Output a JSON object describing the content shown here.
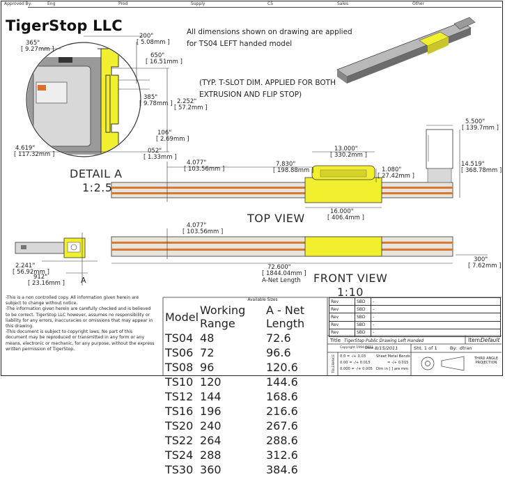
{
  "approval": {
    "approved_by": "Approved By:",
    "fields": [
      "Eng",
      "Prod",
      "Supply",
      "CS",
      "Sales",
      "Other"
    ]
  },
  "brand": "TigerStop LLC",
  "notes": {
    "dimensions_line1": "All dimensions shown on drawing are applied",
    "dimensions_line2": "for TS04 LEFT handed model",
    "tslot_line1": "(TYP. T-SLOT DIM. APPLIED FOR BOTH",
    "tslot_line2": "EXTRUSION AND FLIP STOP)"
  },
  "detail": {
    "title": "DETAIL A",
    "scale": "1:2.5",
    "dims": {
      "d365": "365\"",
      "d365mm": "[ 9.27mm ]",
      "d200": "200\"",
      "d200mm": "[ 5.08mm ]",
      "d650": "650\"",
      "d650mm": "[ 16.51mm ]",
      "d385": "385\"",
      "d385mm": "[ 9.78mm ]",
      "d2252": "2.252\"",
      "d2252mm": "[ 57.2mm ]",
      "d106": "106\"",
      "d106mm": "[ 2.69mm ]",
      "d4619": "4.619\"",
      "d4619mm": "[ 117.32mm ]",
      "d052": "052\"",
      "d052mm": "[ 1.33mm ]"
    }
  },
  "top_view": {
    "title": "TOP VIEW",
    "dims": {
      "d4077": "4.077\"",
      "d4077mm": "[ 103.56mm ]",
      "d7830": "7.830\"",
      "d7830mm": "[ 198.88mm ]",
      "d13000": "13.000\"",
      "d13000mm": "[ 330.2mm ]",
      "d1080": "1.080\"",
      "d1080mm": "[ 27.42mm ]",
      "d5500": "5.500\"",
      "d5500mm": "[ 139.7mm ]",
      "d14519": "14.519\"",
      "d14519mm": "[ 368.78mm ]",
      "d16000": "16.000\"",
      "d16000mm": "[ 406.4mm ]"
    }
  },
  "front_view": {
    "title": "FRONT VIEW",
    "scale": "1:10",
    "a_net": "A-Net Length",
    "dims": {
      "d4077": "4.077\"",
      "d4077mm": "[ 103.56mm ]",
      "d72600": "72.600\"",
      "d72600mm": "[ 1844.04mm ]",
      "d300": "300\"",
      "d300mm": "[ 7.62mm ]"
    }
  },
  "side_view": {
    "label_a": "A",
    "d2241": "2.241\"",
    "d2241mm": "[ 56.92mm ]",
    "d912": "912\"",
    "d912mm": "[ 23.16mm ]"
  },
  "disclaimer": [
    "-This is a non controlled copy. All information given herein are",
    "subject to change without notice.",
    "-The information given herein are carefully checked and is believed",
    "to be correct. TigerStop LLC however, assumes no responsibility or",
    "liability for any errors, inaccuracies or omissions that may appear in",
    "this drawing.",
    "-This document is subject to copyright laws. No part of this",
    "document may be reproduced or transmitted in any form or any",
    "means, electronic or mechanic, for any purpose, without the express",
    "written permission of TigerStop."
  ],
  "sizes_table": {
    "title": "Available Sizes",
    "headers": [
      "Model",
      "Working Range",
      "A - Net Length"
    ],
    "rows": [
      [
        "TS04",
        "48",
        "72.6"
      ],
      [
        "TS06",
        "72",
        "96.6"
      ],
      [
        "TS08",
        "96",
        "120.6"
      ],
      [
        "TS10",
        "120",
        "144.6"
      ],
      [
        "TS12",
        "144",
        "168.6"
      ],
      [
        "TS16",
        "196",
        "216.6"
      ],
      [
        "TS20",
        "240",
        "267.6"
      ],
      [
        "TS22",
        "264",
        "288.6"
      ],
      [
        "TS24",
        "288",
        "312.6"
      ],
      [
        "TS30",
        "360",
        "384.6"
      ]
    ]
  },
  "revisions": {
    "rows": [
      {
        "rev": "Rev",
        "sbd": "SBD",
        "dash": "-"
      },
      {
        "rev": "Rev",
        "sbd": "SBD",
        "dash": "-"
      },
      {
        "rev": "Rev",
        "sbd": "SBD",
        "dash": "-"
      },
      {
        "rev": "Rev",
        "sbd": "SBD",
        "dash": "-"
      },
      {
        "rev": "Rev",
        "sbd": "SBD",
        "dash": "-"
      }
    ]
  },
  "title_block": {
    "title_label": "Title",
    "title_value": "TigerStop Public Drawing Left Handed",
    "item_label": "Item:",
    "item_value": "Default",
    "copyright": "Copyright 1994-2011",
    "date_label": "Date",
    "date_value": "8/15/2011",
    "sheet_label": "Sht. 1 of 1",
    "by_label": "By:",
    "by_value": "dtran",
    "tolerance": "TOLERANCE",
    "tol_rows": [
      "0.0    = -/+ 0.03",
      "0.00  = -/+ 0.015",
      "0.000 = -/+ 0.005"
    ],
    "sheet_metal": "Sheet Metal Bends",
    "sheet_metal_tol": "= -/+ 0.015",
    "dim_units": "Dim in [ ] are mm",
    "projection": "THIRD ANGLE PROJECTION"
  },
  "colors": {
    "yellow": "#f2ef2e",
    "yellow_dark": "#b8b426",
    "orange_stripe": "#d9782f",
    "extrusion": "#e6e4dd",
    "detail_gray": "#9a9a9a"
  }
}
